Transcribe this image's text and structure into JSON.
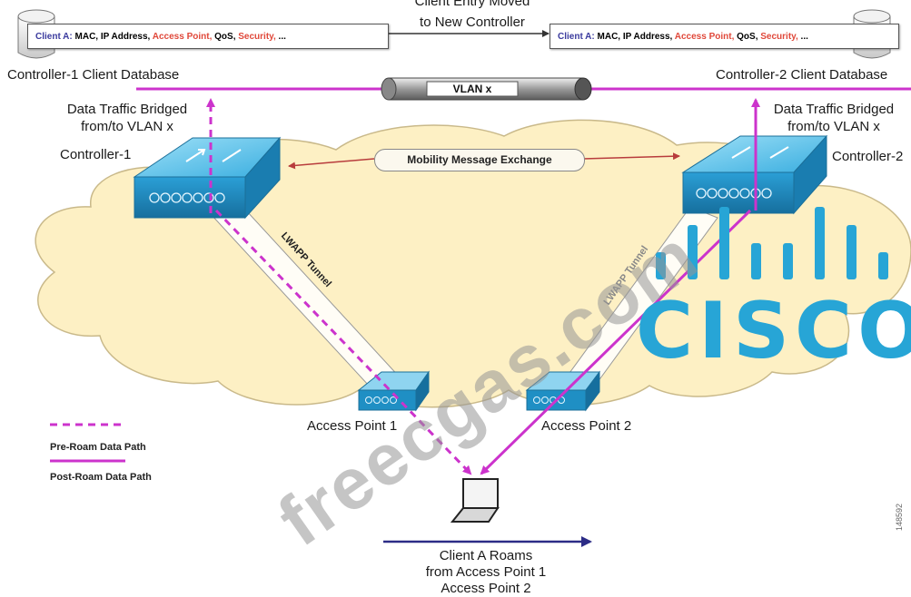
{
  "database_entry": {
    "client": "Client A:",
    "fields_a": "MAC, IP Address,",
    "access_point": "Access Point,",
    "qos": "QoS,",
    "security": "Security,",
    "ellipsis": "..."
  },
  "labels": {
    "entry_moved": "Client Entry Moved",
    "to_new_controller": "to New Controller",
    "controller1_db": "Controller-1 Client Database",
    "controller2_db": "Controller-2 Client Database",
    "vlan": "VLAN x",
    "bridged_left_1": "Data Traffic Bridged",
    "bridged_left_2": "from/to VLAN x",
    "bridged_right_1": "Data Traffic Bridged",
    "bridged_right_2": "from/to VLAN x",
    "controller1": "Controller-1",
    "controller2": "Controller-2",
    "mobility": "Mobility Message Exchange",
    "tunnel1": "LWAPP Tunnel",
    "tunnel2": "LWAPP Tunnel",
    "ap1": "Access Point 1",
    "ap2": "Access Point 2",
    "roam_1": "Client A Roams",
    "roam_2": "from Access Point 1",
    "roam_3": "Access Point 2",
    "figure_id": "148592"
  },
  "legend": {
    "pre_roam": "Pre-Roam Data Path",
    "post_roam": "Post-Roam Data Path"
  },
  "watermark": "freecgas.com",
  "logo": {
    "brand": "CISCO"
  },
  "colors": {
    "path": "#cc33cc",
    "roam_arrow": "#2c2c86",
    "cisco_blue": "#27a5d6",
    "cloud": "#fdf0c4",
    "controller": "#1f8fc4"
  },
  "icons": {
    "controller": "controller-switch-icon",
    "access_point": "access-point-icon",
    "laptop": "laptop-icon",
    "database": "database-cylinder-icon"
  }
}
